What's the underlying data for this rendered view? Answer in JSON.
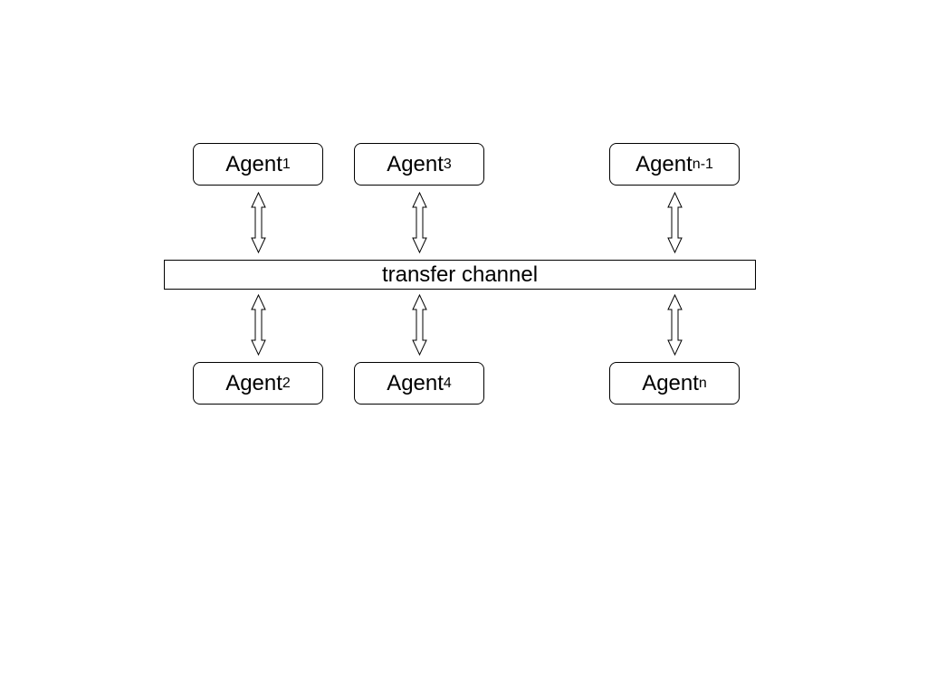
{
  "agents": [
    {
      "id": "a1",
      "base": "Agent",
      "sub": "1"
    },
    {
      "id": "a3",
      "base": "Agent",
      "sub": "3"
    },
    {
      "id": "an1",
      "base": "Agent",
      "sub": "n-1"
    },
    {
      "id": "a2",
      "base": "Agent",
      "sub": "2"
    },
    {
      "id": "a4",
      "base": "Agent",
      "sub": "4"
    },
    {
      "id": "an",
      "base": "Agent",
      "sub": "n"
    }
  ],
  "channel": {
    "label": "transfer channel"
  },
  "connectors": [
    {
      "from": "a1",
      "to": "channel",
      "type": "double-arrow"
    },
    {
      "from": "a3",
      "to": "channel",
      "type": "double-arrow"
    },
    {
      "from": "an1",
      "to": "channel",
      "type": "double-arrow"
    },
    {
      "from": "channel",
      "to": "a2",
      "type": "double-arrow"
    },
    {
      "from": "channel",
      "to": "a4",
      "type": "double-arrow"
    },
    {
      "from": "channel",
      "to": "an",
      "type": "double-arrow"
    }
  ],
  "colors": {
    "stroke": "#000000",
    "fill": "#ffffff",
    "text": "#000000"
  }
}
